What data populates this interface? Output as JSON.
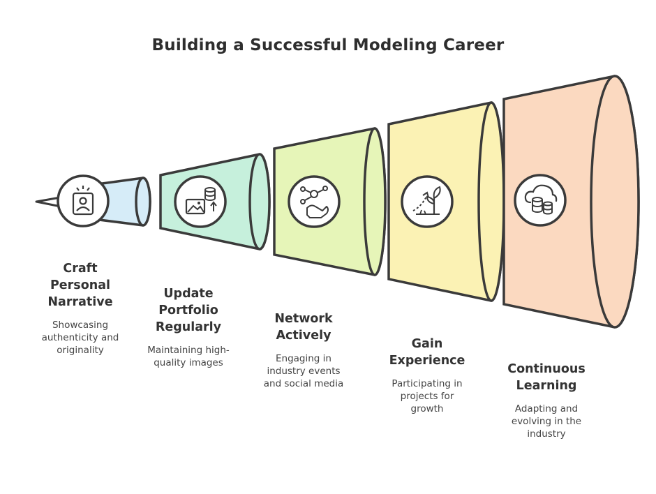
{
  "title": "Building a Successful Modeling Career",
  "colors": {
    "stage1": "#d6ecf8",
    "stage2": "#c6f0dc",
    "stage3": "#e6f5b8",
    "stage4": "#fbf2b4",
    "stage5": "#fbd9c0",
    "outline": "#3a3a3a"
  },
  "steps": [
    {
      "title": "Craft\nPersonal\nNarrative",
      "description": "Showcasing\nauthenticity and\noriginality",
      "icon": "profile-badge-icon"
    },
    {
      "title": "Update\nPortfolio\nRegularly",
      "description": "Maintaining high-\nquality images",
      "icon": "image-database-icon"
    },
    {
      "title": "Network\nActively",
      "description": "Engaging in\nindustry events\nand social media",
      "icon": "network-hand-icon"
    },
    {
      "title": "Gain\nExperience",
      "description": "Participating in\nprojects for\ngrowth",
      "icon": "plant-growth-icon"
    },
    {
      "title": "Continuous\nLearning",
      "description": "Adapting and\nevolving in the\nindustry",
      "icon": "cloud-database-icon"
    }
  ]
}
